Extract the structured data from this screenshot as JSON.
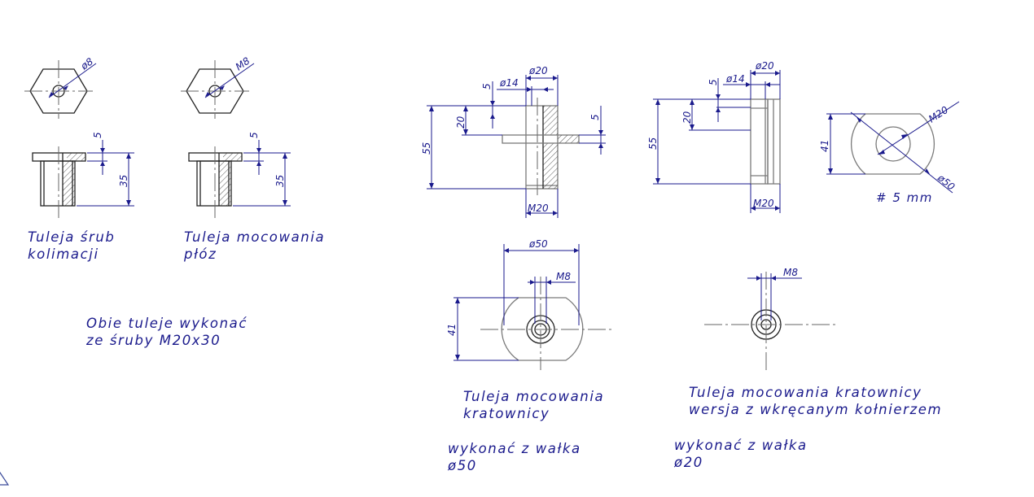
{
  "notes": {
    "tuleja_srub_1": "Tuleja śrub",
    "tuleja_srub_2": "kolimacji",
    "tuleja_ploz_1": "Tuleja mocowania",
    "tuleja_ploz_2": "płóz",
    "obie_1": "Obie tuleje wykonać",
    "obie_2": "ze śruby M20x30",
    "kratownicy_1": "Tuleja mocowania",
    "kratownicy_2": "kratownicy",
    "wykonac50_1": "wykonać z wałka",
    "wykonac50_2": "ø50",
    "kolnierz_1": "Tuleja mocowania kratownicy",
    "kolnierz_2": "wersja z wkręcanym kołnierzem",
    "wykonac20_1": "wykonać z wałka",
    "wykonac20_2": "ø20"
  },
  "dims": {
    "d_o8": "ø8",
    "d_m8": "M8",
    "d_5": "5",
    "d_35": "35",
    "d_o14": "ø14",
    "d_o20": "ø20",
    "d_20": "20",
    "d_55": "55",
    "d_m20": "M20",
    "d_41": "41",
    "d_o50": "ø50",
    "thickness": "# 5 mm"
  }
}
